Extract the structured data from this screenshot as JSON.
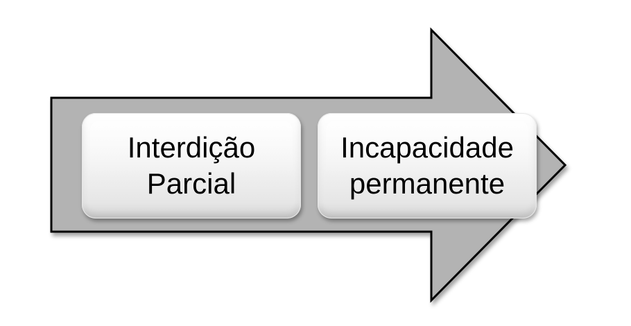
{
  "diagram": {
    "type": "process-arrow",
    "arrow": {
      "fill": "#b3b3b3",
      "stroke": "#000000"
    },
    "steps": [
      {
        "label": "Interdição\nParcial"
      },
      {
        "label": "Incapacidade\npermanente"
      }
    ]
  }
}
